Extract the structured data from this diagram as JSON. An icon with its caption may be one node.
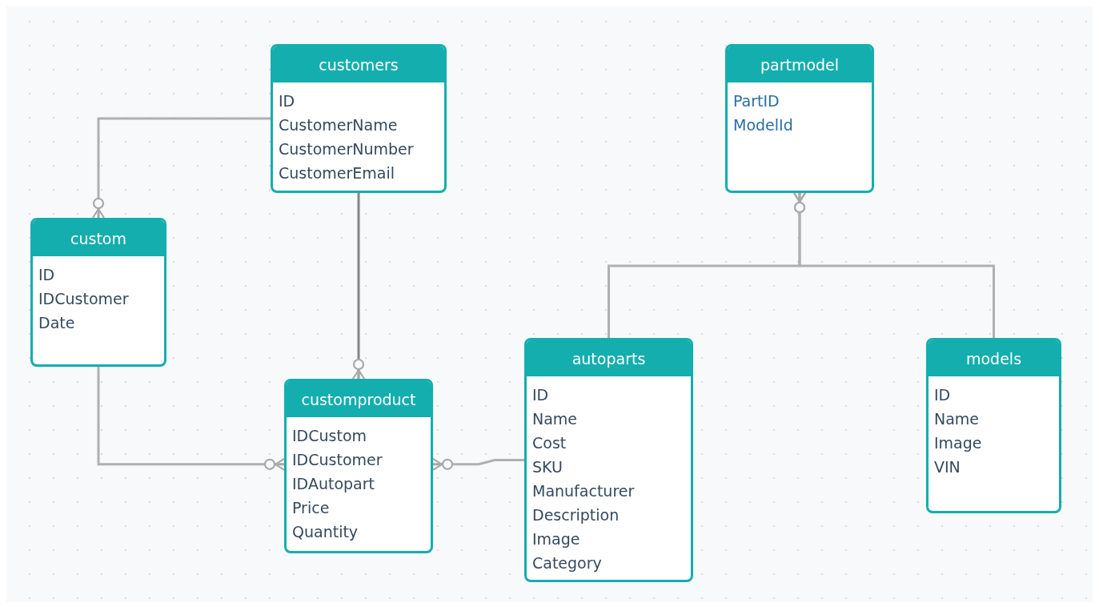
{
  "diagram": {
    "nodes": [
      {
        "text": [
          "customers",
          "ID",
          "CustomerName",
          "CustomerNumber",
          "CustomerEmail"
        ]
      },
      {
        "text": [
          "partmodel",
          "PartID",
          "ModelId"
        ]
      },
      {
        "text": [
          "custom",
          "ID",
          "IDCustomer",
          "Date"
        ]
      },
      {
        "text": [
          "customproduct",
          "IDCustom",
          "IDCustomer",
          "IDAutopart",
          "Price",
          "Quantity"
        ]
      },
      {
        "text": [
          "autoparts",
          "ID",
          "Name",
          "Cost",
          "SKU",
          "Manufacturer",
          "Description",
          "Image",
          "Category"
        ]
      },
      {
        "text": [
          "models",
          "ID",
          "Name",
          "Image",
          "VIN"
        ]
      }
    ],
    "edges": [
      {
        "from": 0,
        "to": 2,
        "arrow": "other"
      },
      {
        "from": 0,
        "to": 3,
        "arrow": "other",
        "color": "#858585"
      },
      {
        "from": 2,
        "to": 3,
        "arrow": "other"
      },
      {
        "from": 4,
        "to": 3,
        "arrow": "other"
      },
      {
        "from": 4,
        "to": 1,
        "arrow": "other"
      },
      {
        "from": 5,
        "to": 1,
        "arrow": "other"
      }
    ]
  }
}
